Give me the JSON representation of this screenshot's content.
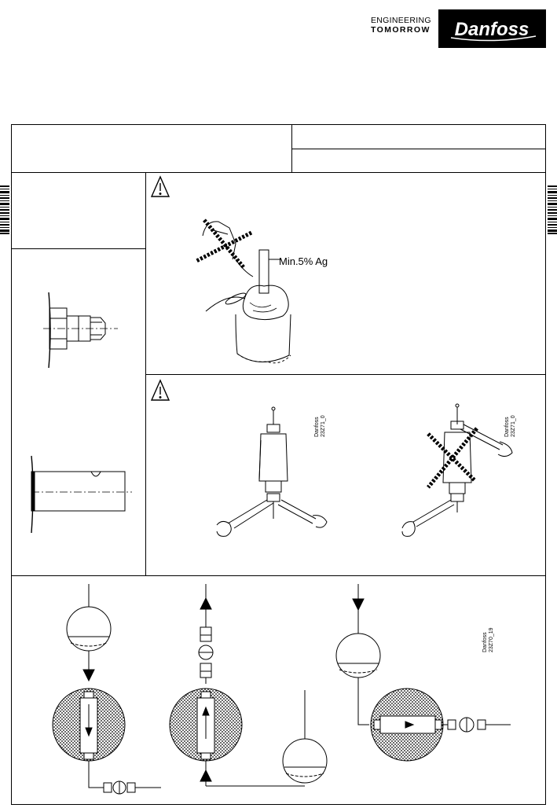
{
  "header": {
    "tagline_line1": "ENGINEERING",
    "tagline_line2": "TOMORROW",
    "logo_text": "Danfoss"
  },
  "section_brazing": {
    "label": "Min.5% Ag"
  },
  "section_wrench": {
    "code_left": "Danfoss\n23Z71_0",
    "code_right": "Danfoss\n23Z71_0"
  },
  "section_installation": {
    "code": "Danfoss\n23Z70_19"
  },
  "colors": {
    "ink": "#000000",
    "paper": "#ffffff"
  }
}
